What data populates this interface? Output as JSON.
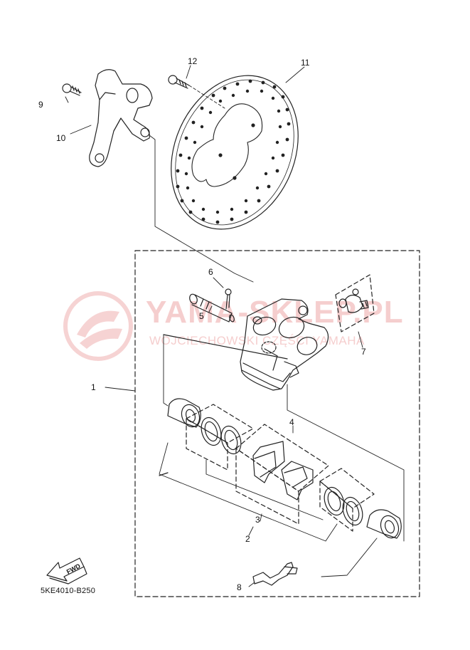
{
  "diagram": {
    "callouts": [
      {
        "id": "1",
        "label": "1"
      },
      {
        "id": "2",
        "label": "2"
      },
      {
        "id": "3",
        "label": "3"
      },
      {
        "id": "4",
        "label": "4"
      },
      {
        "id": "5",
        "label": "5"
      },
      {
        "id": "6",
        "label": "6"
      },
      {
        "id": "7",
        "label": "7"
      },
      {
        "id": "8",
        "label": "8"
      },
      {
        "id": "9",
        "label": "9"
      },
      {
        "id": "10",
        "label": "10"
      },
      {
        "id": "11",
        "label": "11"
      },
      {
        "id": "12",
        "label": "12"
      }
    ],
    "fwd_label": "FWD",
    "part_code": "5KE4010-B250"
  },
  "watermark": {
    "title": "YAMA-SKLEP.PL",
    "subtitle": "WOJCIECHOWSKI CZĘŚCI YAMAHA",
    "color": "#f4c6c6"
  }
}
